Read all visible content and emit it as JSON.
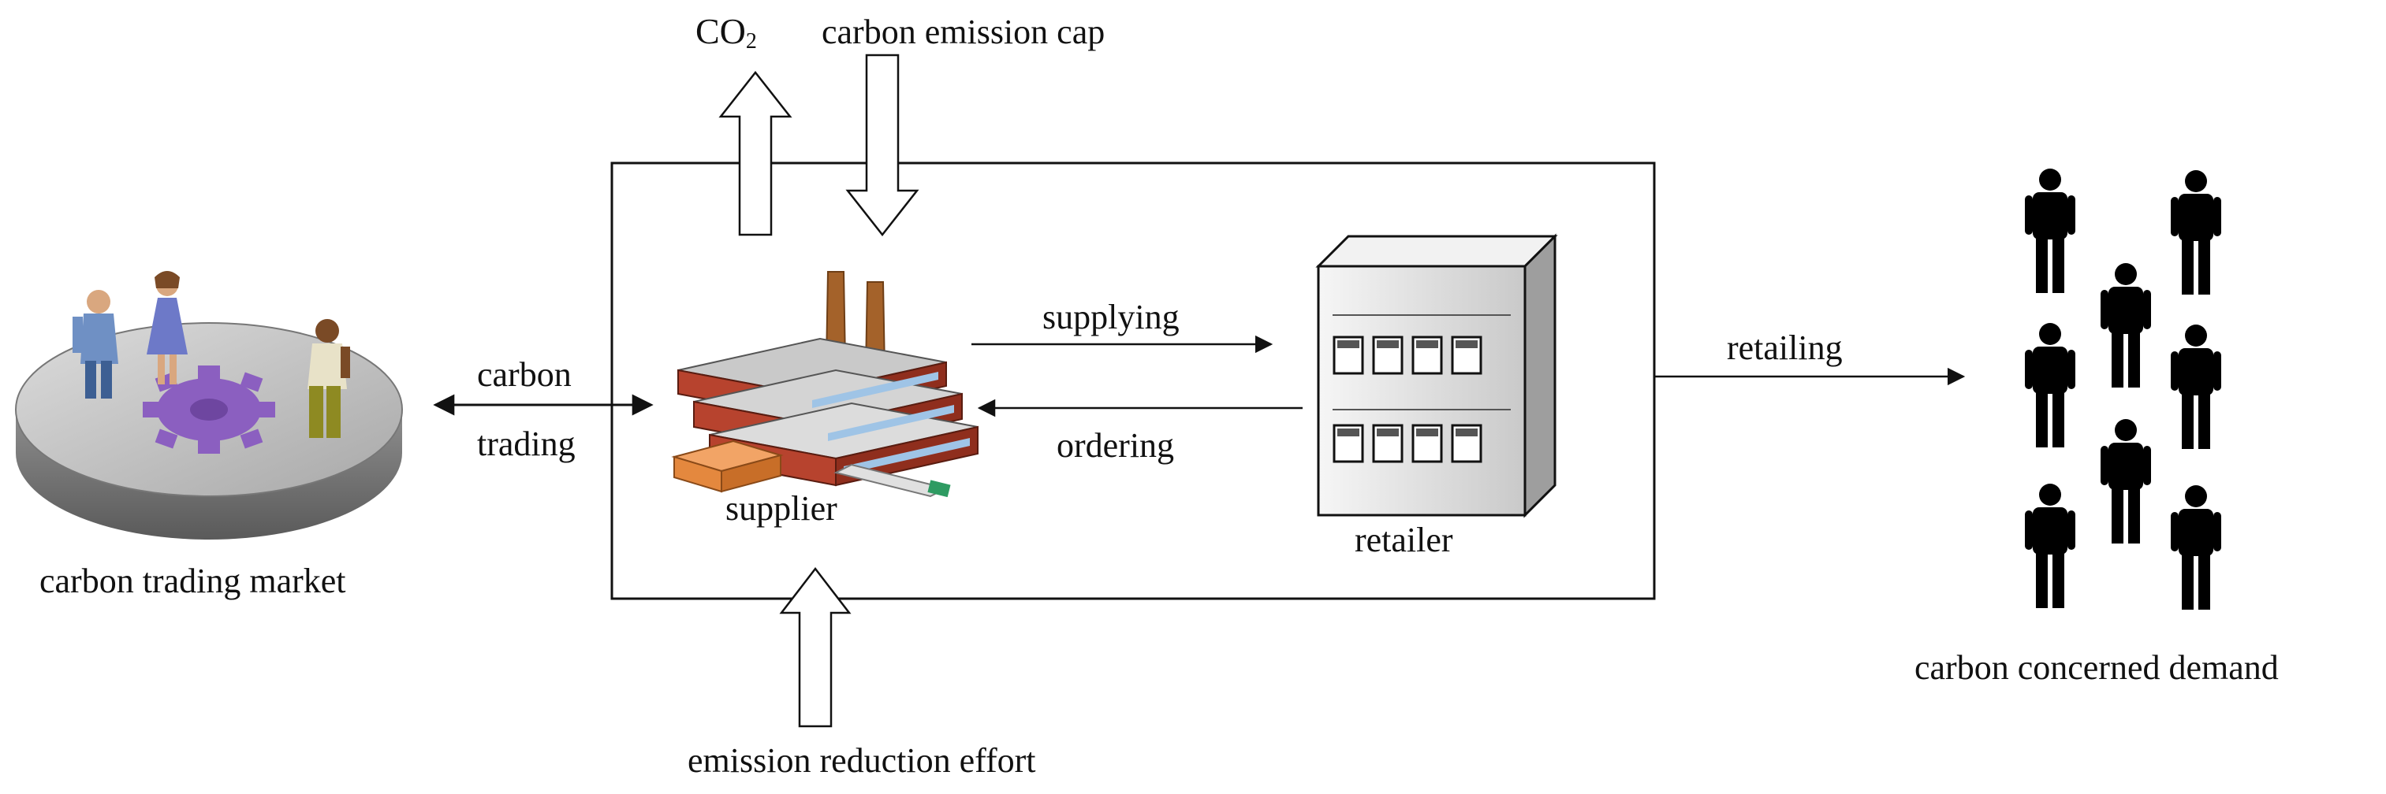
{
  "labels": {
    "co2_main": "CO",
    "co2_sub": "2",
    "carbon_emission_cap": "carbon emission cap",
    "carbon": "carbon",
    "trading": "trading",
    "supplying": "supplying",
    "ordering": "ordering",
    "supplier": "supplier",
    "retailer": "retailer",
    "retailing": "retailing",
    "carbon_trading_market": "carbon trading market",
    "carbon_concerned_demand": "carbon concerned demand",
    "emission_reduction_effort": "emission reduction effort"
  },
  "colors": {
    "line": "#111111",
    "platform": "#b9b9b9",
    "gear": "#8b5fc0",
    "factory_wall": "#b7432e",
    "factory_roof": "#c8c8c8",
    "chimney": "#a4622a",
    "retailer_body": "#e6e6e6",
    "person": "#000000"
  },
  "icons": {
    "market": "carbon-market-platform-icon",
    "factory": "factory-icon",
    "retailer": "retailer-building-icon",
    "consumers": "consumer-crowd-icon"
  }
}
